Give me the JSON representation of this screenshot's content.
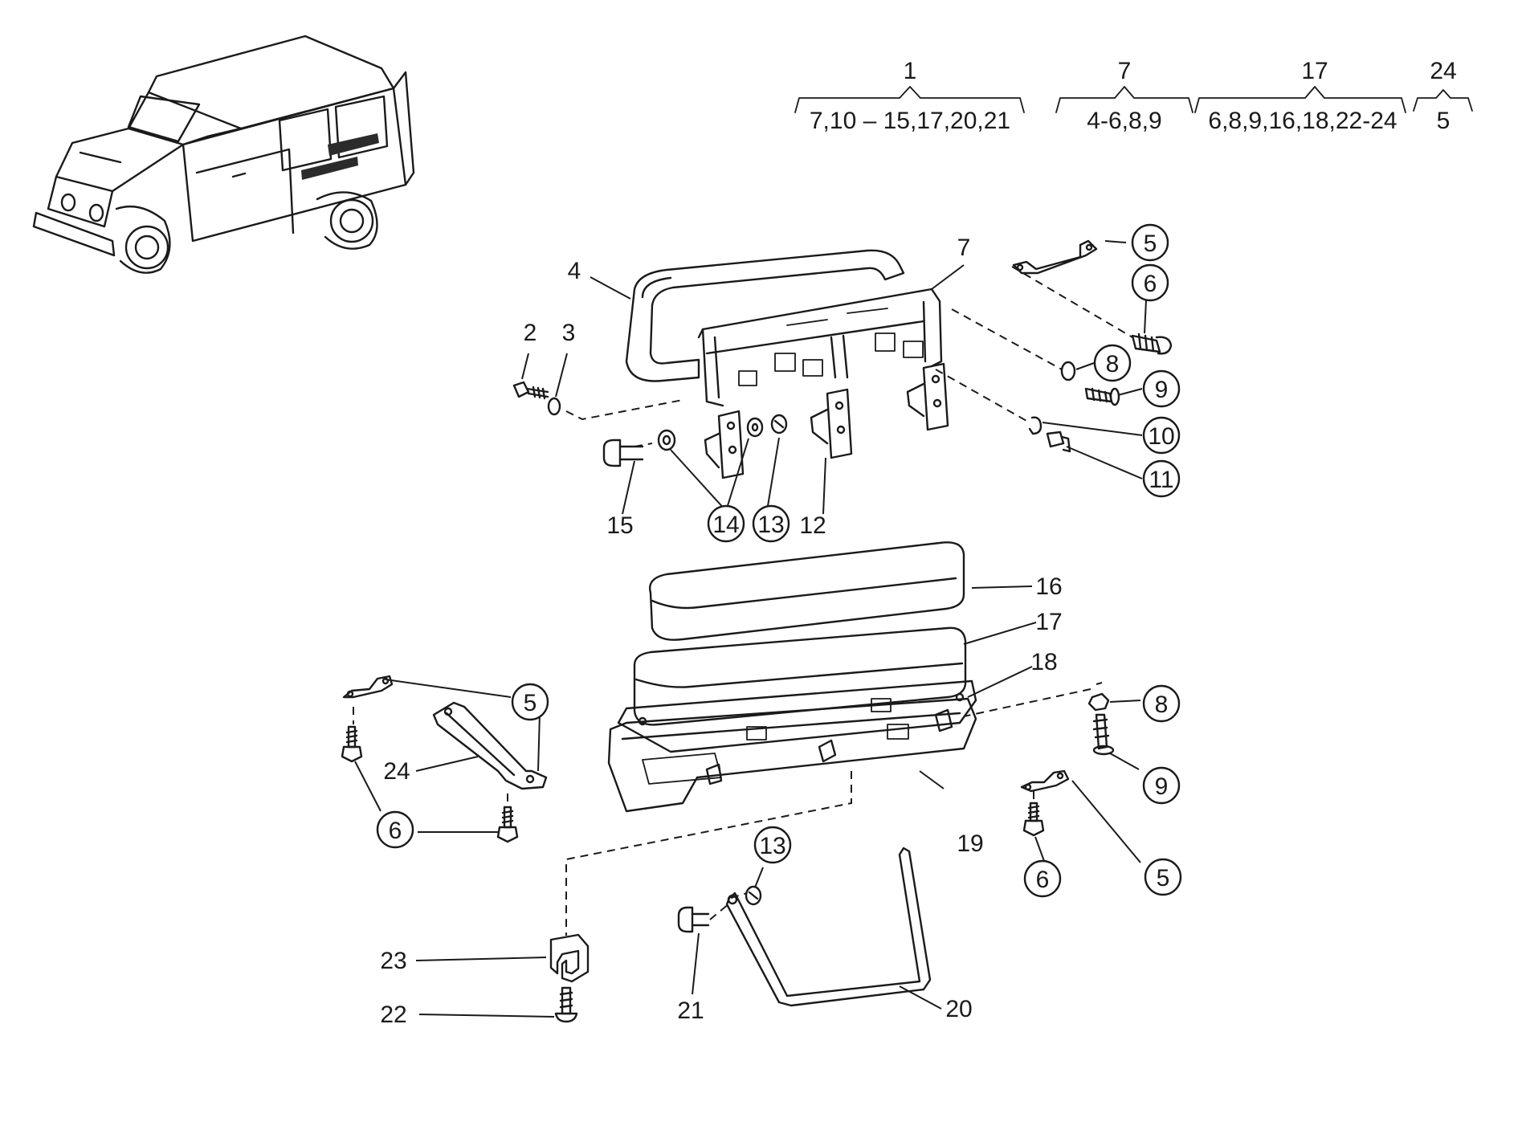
{
  "groups": [
    {
      "id": "1",
      "parts": "7,10 – 15,17,20,21"
    },
    {
      "id": "7",
      "parts": "4-6,8,9"
    },
    {
      "id": "17",
      "parts": "6,8,9,16,18,22-24"
    },
    {
      "id": "24",
      "parts": "5"
    }
  ],
  "callouts": {
    "c2": "2",
    "c3": "3",
    "c4": "4",
    "c5a": "5",
    "c6a": "6",
    "c7": "7",
    "c8a": "8",
    "c9a": "9",
    "c10": "10",
    "c11": "11",
    "c12": "12",
    "c13a": "13",
    "c14": "14",
    "c15": "15",
    "c16": "16",
    "c17": "17",
    "c18": "18",
    "c19": "19",
    "c5b": "5",
    "c24": "24",
    "c6b": "6",
    "c8b": "8",
    "c9b": "9",
    "c5c": "5",
    "c6c": "6",
    "c23": "23",
    "c22": "22",
    "c13b": "13",
    "c21": "21",
    "c20": "20"
  },
  "colors": {
    "ink": "#1a1a1a",
    "background": "#ffffff",
    "location_marker": "#2b2b2b"
  }
}
